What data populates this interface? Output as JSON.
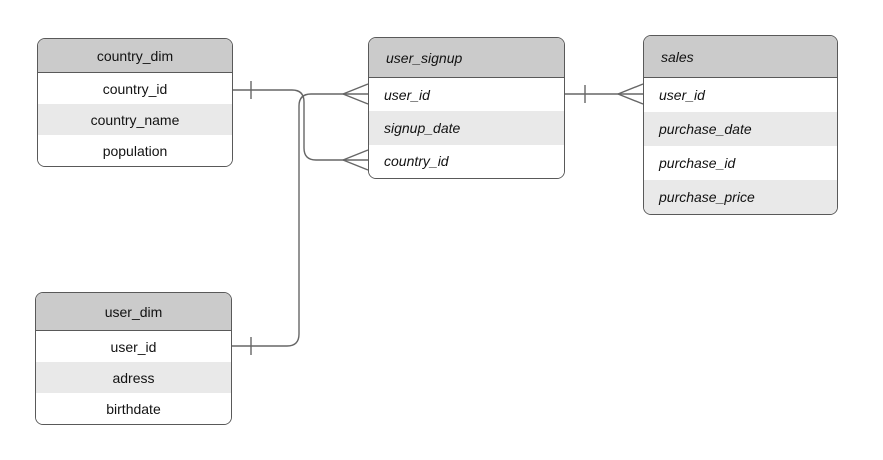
{
  "diagram": {
    "type": "entity-relationship",
    "notation": "crow-foot",
    "tables": [
      {
        "name": "country_dim",
        "fields": [
          "country_id",
          "country_name",
          "population"
        ],
        "text_style": "regular-centered"
      },
      {
        "name": "user_signup",
        "fields": [
          "user_id",
          "signup_date",
          "country_id"
        ],
        "text_style": "italic-left"
      },
      {
        "name": "sales",
        "fields": [
          "user_id",
          "purchase_date",
          "purchase_id",
          "purchase_price"
        ],
        "text_style": "italic-left"
      },
      {
        "name": "user_dim",
        "fields": [
          "user_id",
          "adress",
          "birthdate"
        ],
        "text_style": "regular-centered"
      }
    ],
    "relationships": [
      {
        "from": "country_dim.country_id",
        "to": "user_signup.country_id",
        "from_cardinality": "one",
        "to_cardinality": "many"
      },
      {
        "from": "user_dim.user_id",
        "to": "user_signup.user_id",
        "from_cardinality": "one",
        "to_cardinality": "many"
      },
      {
        "from": "user_signup.user_id",
        "to": "sales.user_id",
        "from_cardinality": "one",
        "to_cardinality": "many"
      }
    ],
    "colors": {
      "header_fill": "#cbcbcb",
      "row_fill": "#ffffff",
      "row_alt_fill": "#e9e9e9",
      "border": "#595959",
      "connector": "#666666",
      "text": "#121212",
      "background": "#ffffff"
    }
  }
}
